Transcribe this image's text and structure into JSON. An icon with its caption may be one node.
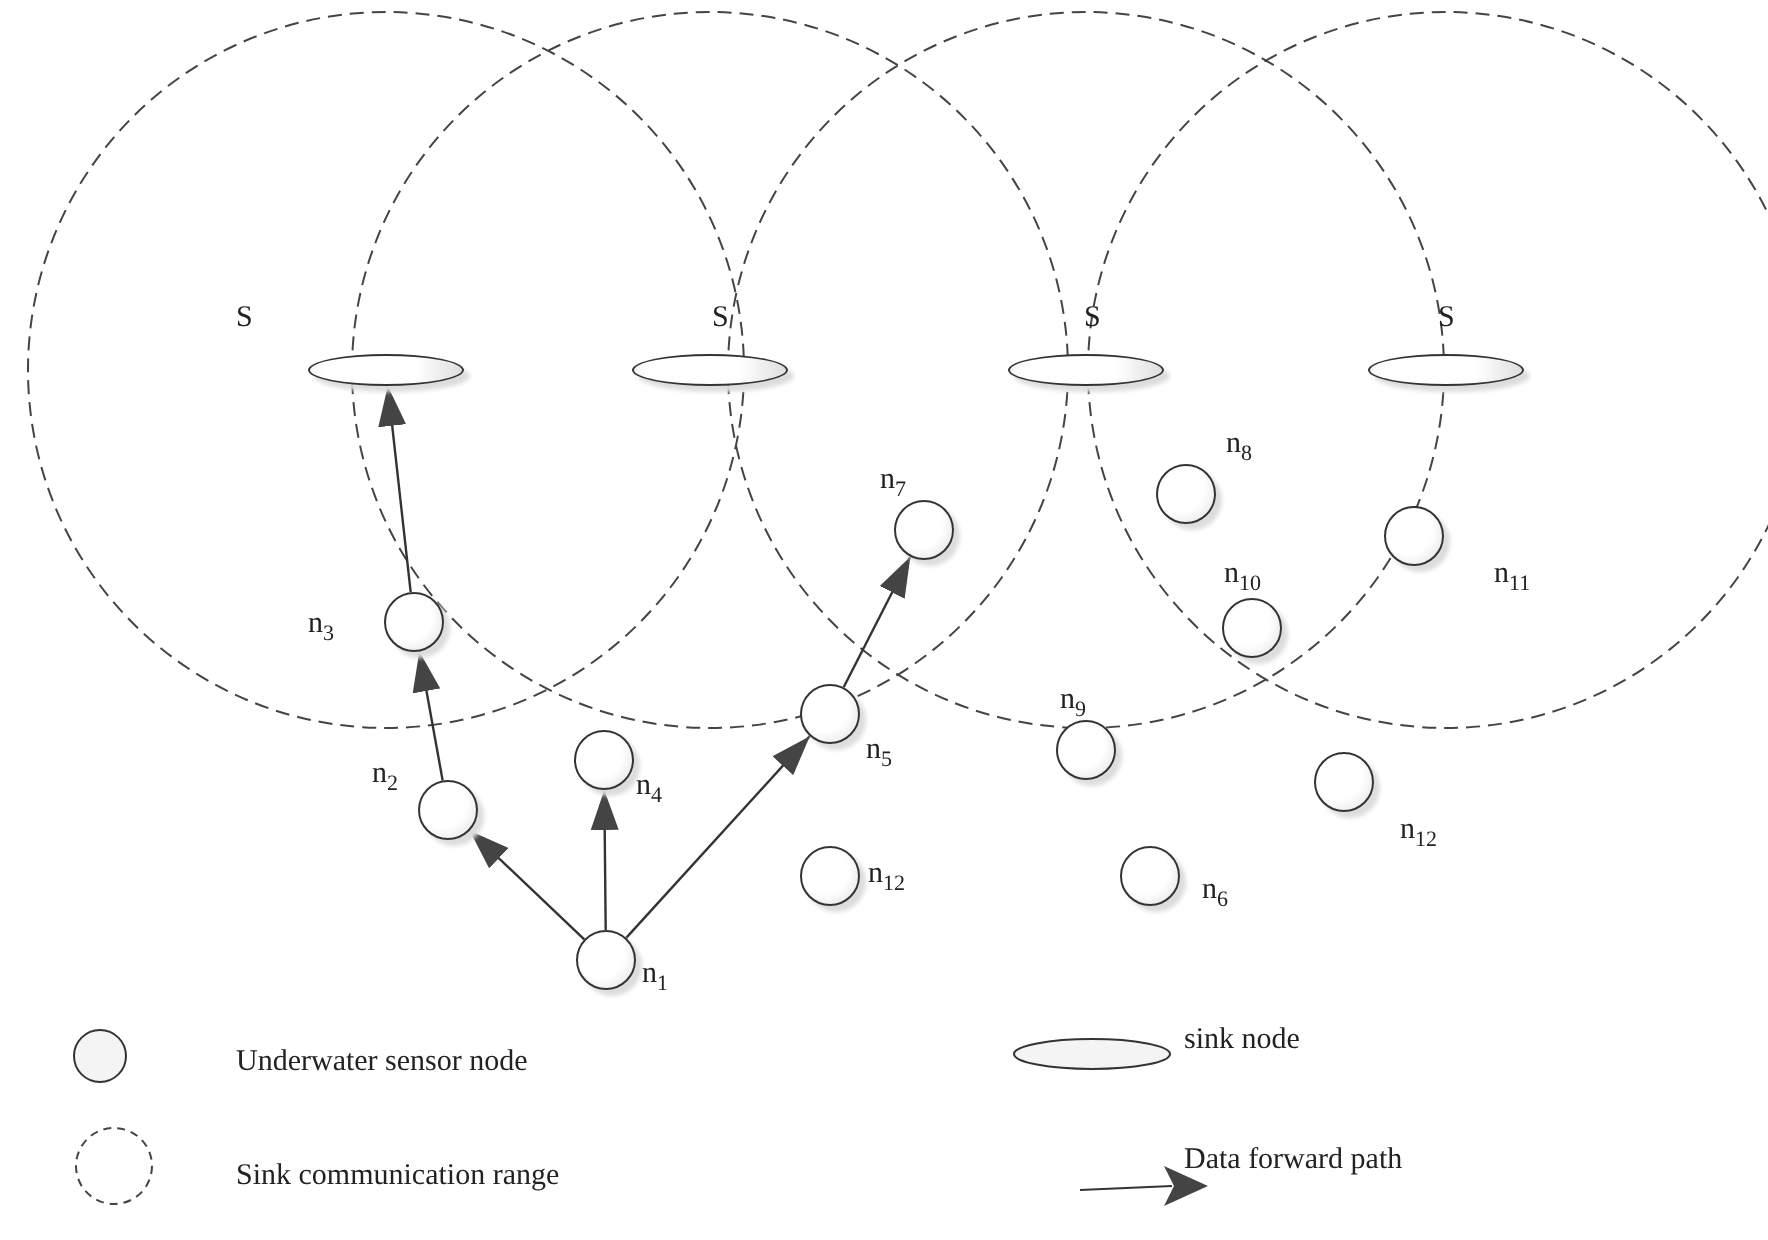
{
  "diagram": {
    "nodes": [
      {
        "text": [],
        "shape": "ellipse",
        "beside": [
          "S"
        ]
      },
      {
        "text": [],
        "shape": "ellipse",
        "beside": [
          "S"
        ]
      },
      {
        "text": [],
        "shape": "ellipse",
        "beside": [
          "S"
        ]
      },
      {
        "text": [],
        "shape": "ellipse",
        "beside": [
          "S"
        ]
      },
      {
        "text": [],
        "shape": "circle",
        "beside": [
          "n$_{8}$"
        ]
      },
      {
        "text": [],
        "shape": "circle",
        "beside": [
          "n$_{7}$"
        ]
      },
      {
        "text": [],
        "shape": "circle",
        "beside": [
          "n$_{11}$"
        ]
      },
      {
        "text": [],
        "shape": "circle",
        "beside": [
          "n$_{10}$"
        ]
      },
      {
        "text": [],
        "shape": "circle",
        "beside": [
          "n$_{3}$"
        ]
      },
      {
        "text": [],
        "shape": "circle",
        "beside": [
          "n$_{5}$"
        ]
      },
      {
        "text": [],
        "shape": "circle",
        "beside": [
          "n$_{9}$"
        ]
      },
      {
        "text": [],
        "shape": "circle",
        "beside": [
          "n$_{4}$"
        ]
      },
      {
        "text": [],
        "shape": "circle",
        "beside": [
          "n$_{12}$"
        ]
      },
      {
        "text": [],
        "shape": "circle",
        "beside": [
          "n$_{2}$"
        ]
      },
      {
        "text": [],
        "shape": "circle",
        "beside": [
          "n$_{12}$"
        ]
      },
      {
        "text": [],
        "shape": "circle",
        "beside": [
          "n$_{6}$"
        ]
      },
      {
        "text": [],
        "shape": "circle",
        "beside": [
          "n$_{1}$"
        ]
      }
    ],
    "edges": [
      {
        "from": 16,
        "to": 13,
        "arrow": "to"
      },
      {
        "from": 13,
        "to": 8,
        "arrow": "to"
      },
      {
        "from": 8,
        "to": 0,
        "arrow": "to"
      },
      {
        "from": 16,
        "to": 11,
        "arrow": "to"
      },
      {
        "from": 16,
        "to": 9,
        "arrow": "to"
      },
      {
        "from": 9,
        "to": 5,
        "arrow": "to"
      }
    ],
    "legend": [
      {
        "text": "Underwater sensor node"
      },
      {
        "text": "sink node"
      },
      {
        "text": "Sink communication range"
      },
      {
        "text": "Data forward path"
      }
    ]
  }
}
